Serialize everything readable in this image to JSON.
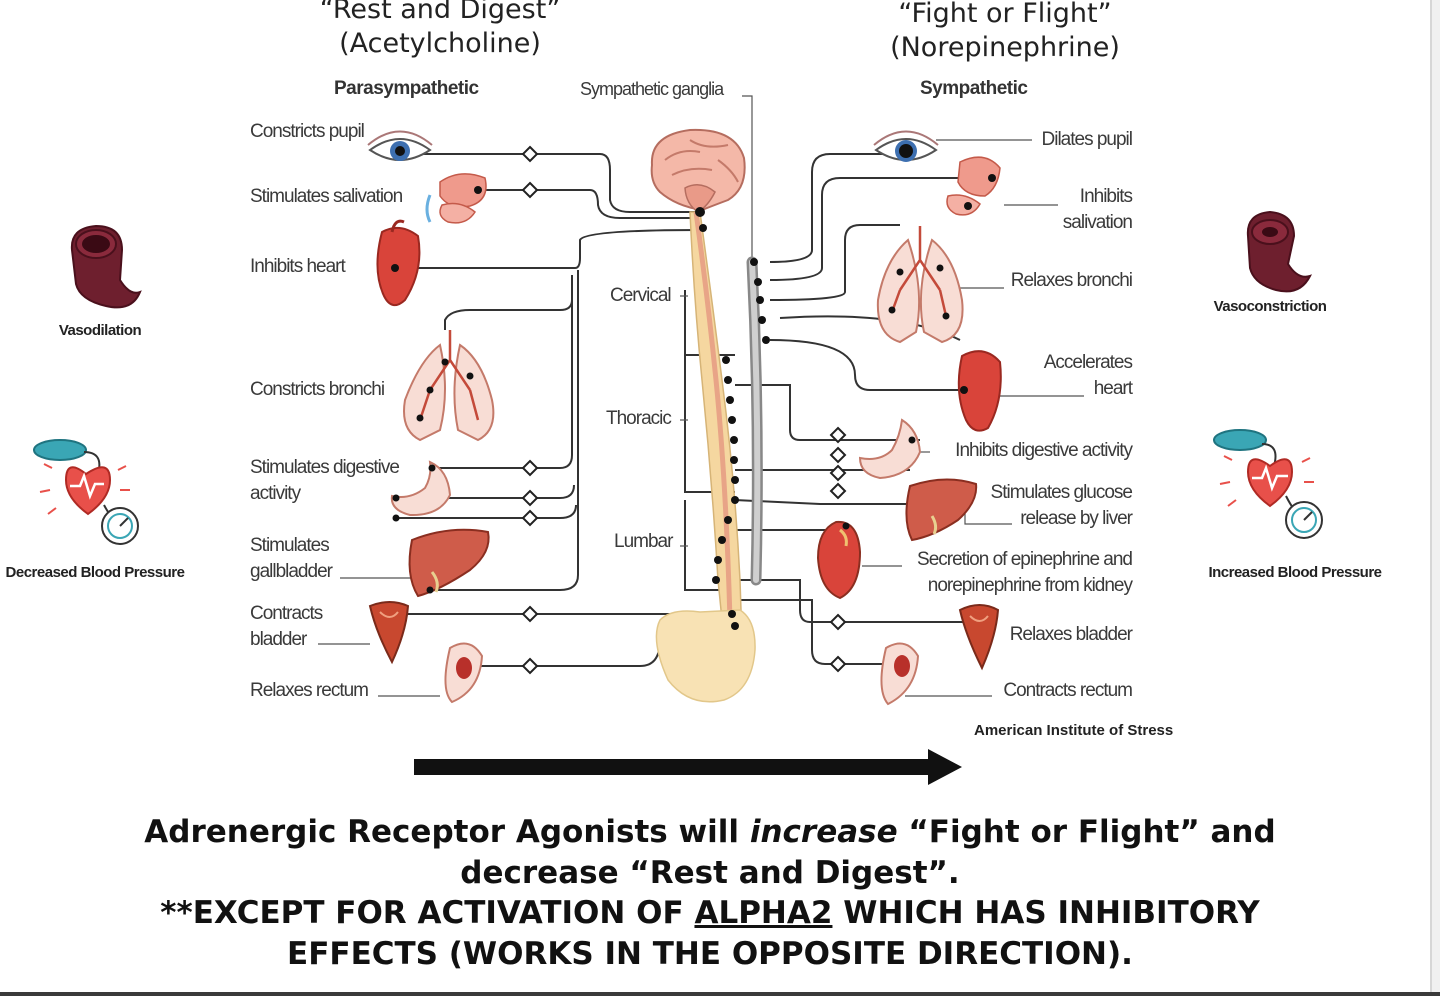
{
  "header": {
    "left_title": "“Rest and Digest”",
    "left_sub": "(Acetylcholine)",
    "right_title": "“Fight or Flight”",
    "right_sub": "(Norepinephrine)"
  },
  "columns": {
    "parasympathetic": "Parasympathetic",
    "ganglia": "Sympathetic ganglia",
    "sympathetic": "Sympathetic"
  },
  "spine_regions": [
    "Cervical",
    "Thoracic",
    "Lumbar"
  ],
  "parasympathetic_effects": [
    "Constricts pupil",
    "Stimulates salivation",
    "Inhibits heart",
    "Constricts bronchi",
    "Stimulates digestive",
    "activity",
    "Stimulates",
    "gallbladder",
    "Contracts",
    "bladder",
    "Relaxes rectum"
  ],
  "sympathetic_effects": [
    "Dilates pupil",
    "Inhibits",
    "salivation",
    "Relaxes bronchi",
    "Accelerates",
    "heart",
    "Inhibits digestive activity",
    "Stimulates glucose",
    "release by liver",
    "Secretion of epinephrine and",
    "norepinephrine from kidney",
    "Relaxes bladder",
    "Contracts rectum"
  ],
  "side_labels": {
    "vasodilation": "Vasodilation",
    "decreased_bp": "Decreased Blood Pressure",
    "vasoconstriction": "Vasoconstriction",
    "increased_bp": "Increased Blood Pressure"
  },
  "credit": "American Institute of Stress",
  "footer": {
    "line1_a": "Adrenergic Receptor Agonists will ",
    "line1_b": "increase",
    "line1_c": " “Fight or Flight” and",
    "line2": "decrease “Rest and Digest”.",
    "line3_a": "**EXCEPT FOR ACTIVATION OF ",
    "line3_b": "ALPHA2",
    "line3_c": " WHICH HAS INHIBITORY",
    "line4": "EFFECTS (WORKS IN THE OPPOSITE DIRECTION)."
  },
  "colors": {
    "organ_red": "#d9443a",
    "organ_pink": "#f2b8ae",
    "spine_cord": "#e8a487",
    "vertebra": "#f0d9a0",
    "ganglia_chain": "#9a9a9a",
    "nerve_line": "#333333",
    "vessel": "#6e1f2e",
    "bp_cuff": "#3aa6b5",
    "heart_icon": "#e8504a"
  },
  "icons": [
    "eye-icon",
    "salivary-gland-icon",
    "heart-icon",
    "lungs-icon",
    "stomach-icon",
    "liver-icon",
    "bladder-icon",
    "rectum-icon",
    "brain-icon",
    "spinal-cord-icon",
    "blood-vessel-icon",
    "blood-pressure-icon",
    "arrow-right-icon"
  ]
}
